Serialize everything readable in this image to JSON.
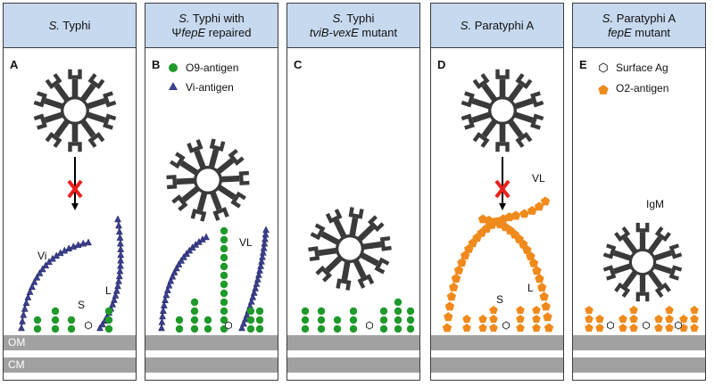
{
  "panels": [
    {
      "letter": "A",
      "title_italic": "S.",
      "title_rest": " Typhi",
      "title_line2_italic": "",
      "title_line2_rest": ""
    },
    {
      "letter": "B",
      "title_italic": "S.",
      "title_rest": " Typhi with",
      "title_line2_italic": "fepE",
      "title_line2_rest": " repaired",
      "title_line2_prefix": "Ψ"
    },
    {
      "letter": "C",
      "title_italic": "S.",
      "title_rest": " Typhi",
      "title_line2_italic": "tviB-vexE",
      "title_line2_rest": " mutant",
      "title_line2_prefix": ""
    },
    {
      "letter": "D",
      "title_italic": "S.",
      "title_rest": " Paratyphi A",
      "title_line2_italic": "",
      "title_line2_rest": ""
    },
    {
      "letter": "E",
      "title_italic": "S.",
      "title_rest": " Paratyphi A",
      "title_line2_italic": "fepE",
      "title_line2_rest": " mutant",
      "title_line2_prefix": ""
    }
  ],
  "membranes": {
    "outer": "OM",
    "cytoplasmic": "CM"
  },
  "legend_b": {
    "o9": "O9-antigen",
    "vi": "Vi-antigen"
  },
  "legend_e": {
    "surface": "Surface Ag",
    "o2": "O2-antigen"
  },
  "labels": {
    "vi": "Vi",
    "short": "S",
    "long": "L",
    "very_long": "VL",
    "igm": "IgM"
  },
  "colors": {
    "header": "#c7d9ee",
    "green": "#1f9a2a",
    "blue": "#3b3f8f",
    "orange": "#f08a1c",
    "igm": "#3a3a3a",
    "membrane": "#a1a1a1",
    "block": "#e8201e"
  }
}
